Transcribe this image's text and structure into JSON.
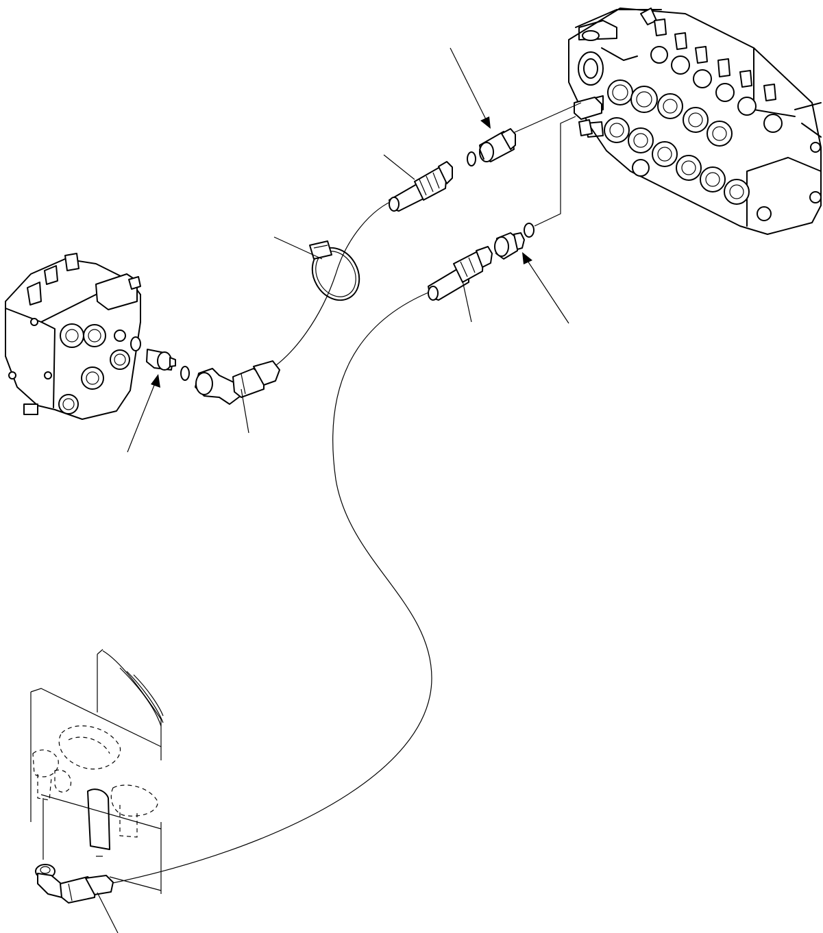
{
  "diagram": {
    "type": "hydraulic-piping-exploded-view",
    "line_color": "#000000",
    "background": "#ffffff",
    "components": [
      "main-control-valve",
      "auxiliary-control-valve",
      "tank-port-block",
      "straight-fitting",
      "elbow-fitting",
      "o-ring",
      "upper-hose",
      "lower-hose",
      "hose-clamp",
      "leader-arrow"
    ]
  }
}
